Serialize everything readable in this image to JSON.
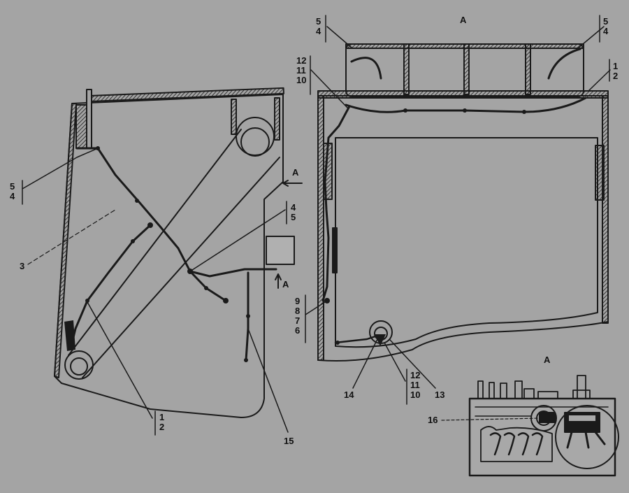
{
  "colors": {
    "background": "#a4a4a4",
    "line": "#1a1a1a",
    "inner_fill": "#b8b8b8"
  },
  "labels": {
    "view_a_top": "A",
    "view_a_detail": "A",
    "arrow_a_upper": "A",
    "arrow_a_lower": "A",
    "left_group_5_4": [
      "5",
      "4"
    ],
    "left_group_3": "3",
    "left_group_1_2": [
      "1",
      "2"
    ],
    "left_group_4_5": [
      "4",
      "5"
    ],
    "left_label_15": "15",
    "right_group_5_4_left": [
      "5",
      "4"
    ],
    "right_group_5_4_right": [
      "5",
      "4"
    ],
    "right_group_12_11_10_top": [
      "12",
      "11",
      "10"
    ],
    "right_group_1_2": [
      "1",
      "2"
    ],
    "right_group_9_8_7_6": [
      "9",
      "8",
      "7",
      "6"
    ],
    "right_label_14": "14",
    "right_group_12_11_10_bottom": [
      "12",
      "11",
      "10"
    ],
    "right_label_13": "13",
    "detail_label_16": "16"
  }
}
